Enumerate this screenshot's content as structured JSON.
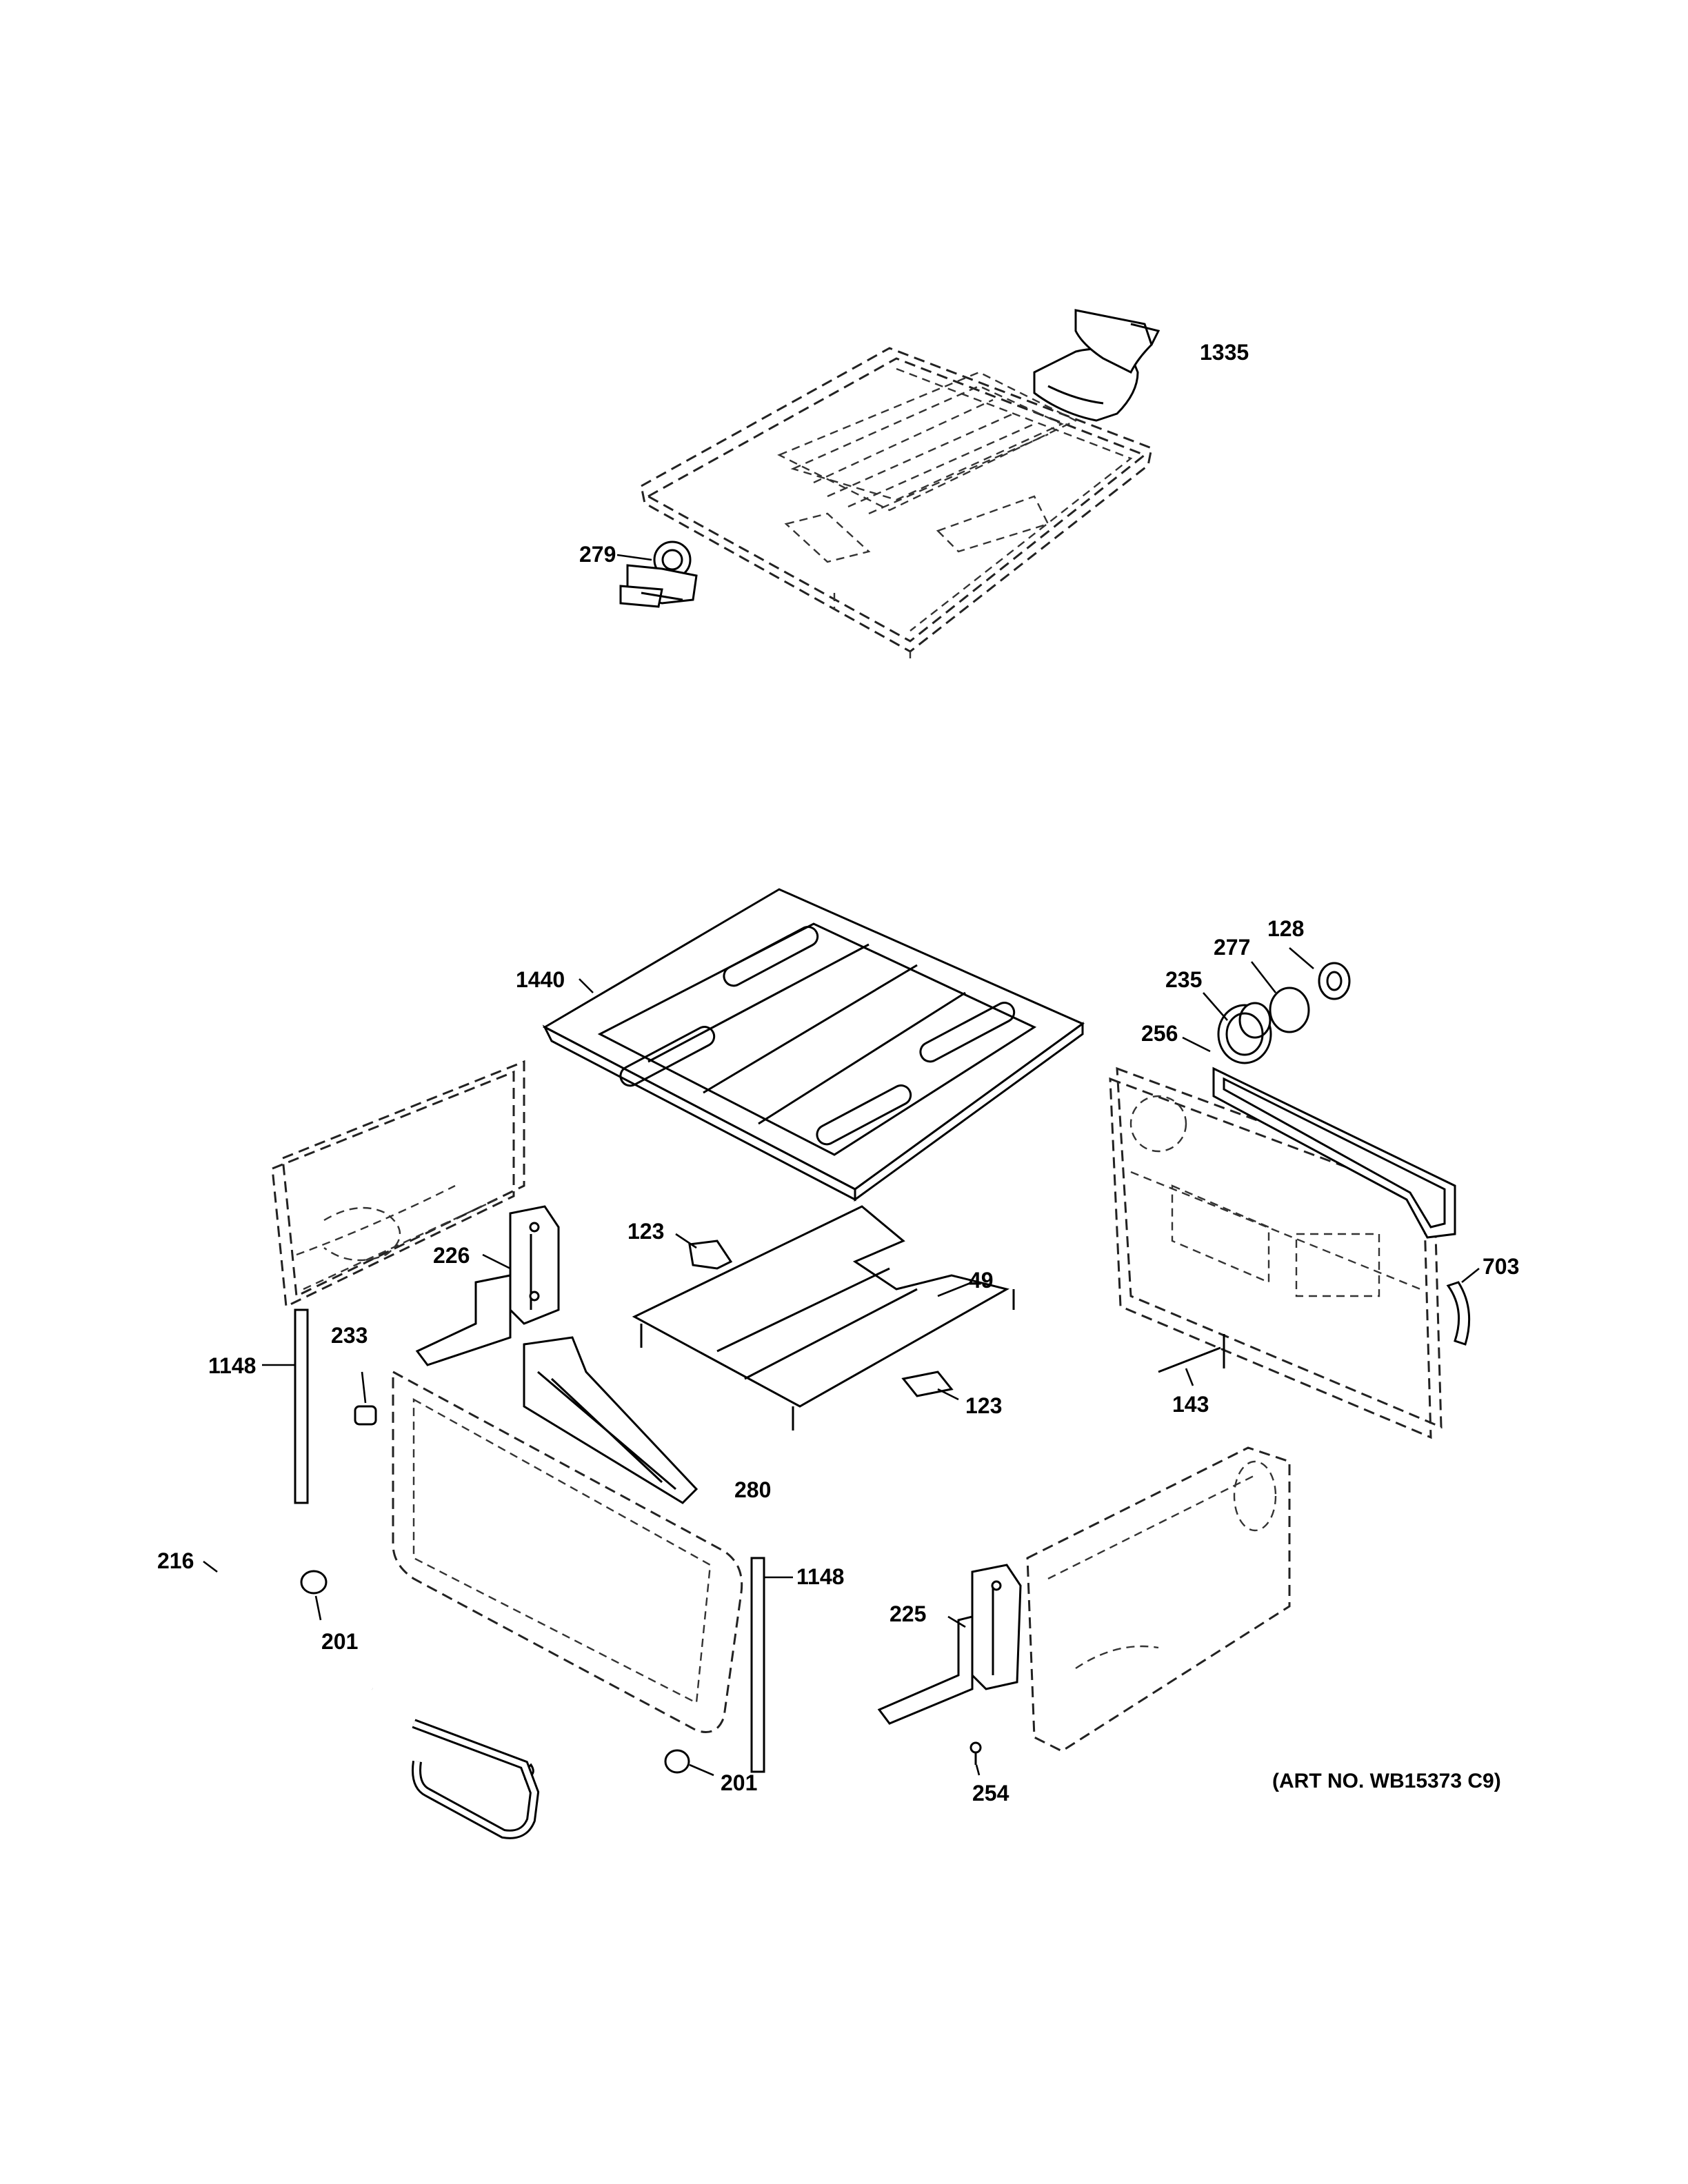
{
  "parts": {
    "p1335": "1335",
    "p279": "279",
    "p1440": "1440",
    "p128": "128",
    "p277": "277",
    "p235": "235",
    "p256": "256",
    "p123a": "123",
    "p226": "226",
    "p49": "49",
    "p703": "703",
    "p233": "233",
    "p1148a": "1148",
    "p123b": "123",
    "p143": "143",
    "p280": "280",
    "p216": "216",
    "p1148b": "1148",
    "p201a": "201",
    "p225": "225",
    "p201b": "201",
    "p254": "254"
  },
  "art_number": "(ART NO. WB15373 C9)"
}
